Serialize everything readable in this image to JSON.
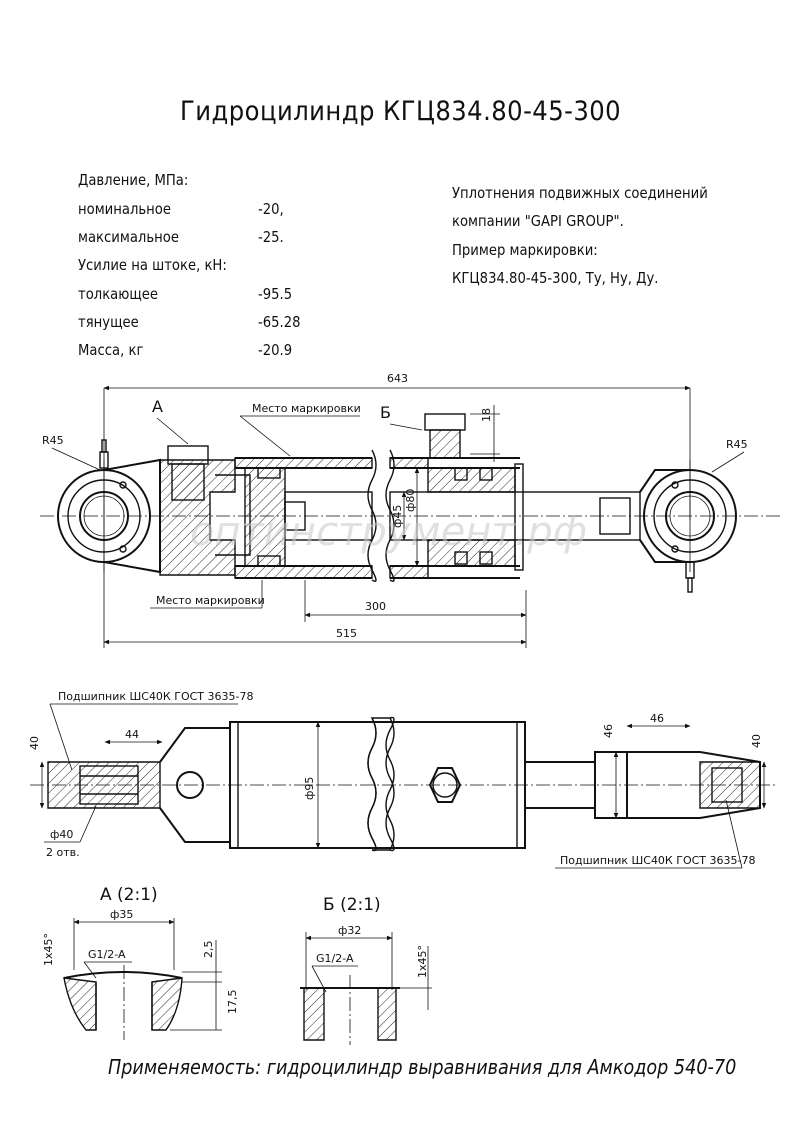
{
  "title": "Гидроцилиндр КГЦ834.80-45-300",
  "specs": {
    "pressure_header": "Давление, МПа:",
    "nominal_label": "номинальное",
    "nominal_value": "-20,",
    "max_label": "максимальное",
    "max_value": "-25.",
    "force_header": "Усилие на штоке, кН:",
    "push_label": "толкающее",
    "push_value": "-95.5",
    "pull_label": "тянущее",
    "pull_value": "-65.28",
    "mass_label": "Масса, кг",
    "mass_value": "-20.9"
  },
  "notes": {
    "line1": "Уплотнения подвижных соединений",
    "line2": "компании \"GAPI GROUP\".",
    "line3": "Пример маркировки:",
    "line4": "КГЦ834.80-45-300, Ту, Ну, Ду."
  },
  "section_view": {
    "dim_total": "643",
    "dim_base": "515",
    "dim_stroke": "300",
    "dim_port": "18",
    "radius_left": "R45",
    "radius_right": "R45",
    "view_a": "А",
    "view_b": "Б",
    "marking_top": "Место маркировки",
    "marking_bottom": "Место маркировки",
    "dia_bore": "ф80",
    "dia_rod": "ф45"
  },
  "plan_view": {
    "bearing_left": "Подшипник ШС40К ГОСТ 3635-78",
    "bearing_right": "Подшипник ШС40К ГОСТ 3635-78",
    "dim_left_40": "40",
    "dim_right_40": "40",
    "dim_44": "44",
    "dim_46h": "46",
    "dim_46v": "46",
    "dia_95": "ф95",
    "dia_40": "ф40",
    "holes": "2 отв."
  },
  "detail_a": {
    "label": "А (2:1)",
    "dia": "ф35",
    "thread": "G1/2-A",
    "chamfer": "1х45°",
    "dim_25": "2,5",
    "dim_175": "17,5"
  },
  "detail_b": {
    "label": "Б (2:1)",
    "dia": "ф32",
    "thread": "G1/2-A",
    "chamfer": "1х45°"
  },
  "watermark": "оптинструмент.рф",
  "footer": "Применяемость: гидроцилиндр выравнивания для Амкодор 540-70"
}
